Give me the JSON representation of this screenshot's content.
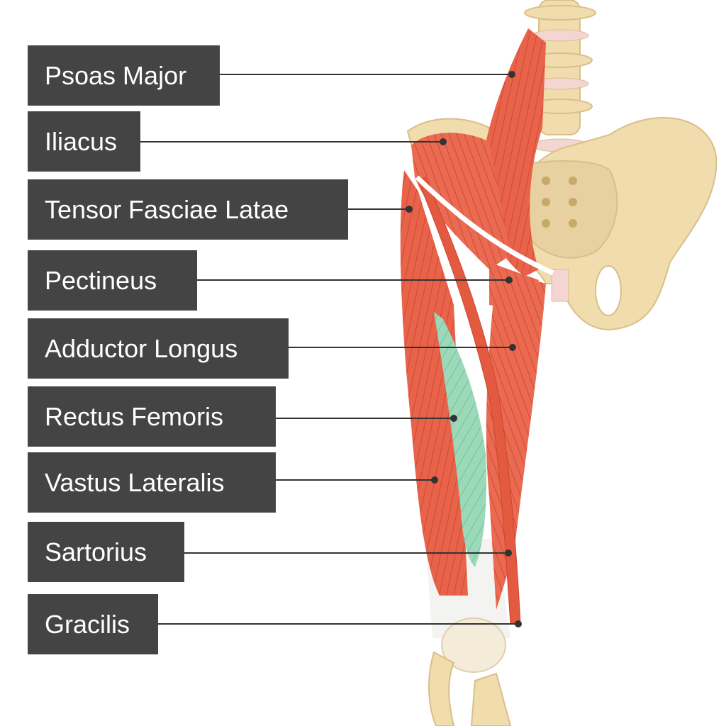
{
  "labels": [
    {
      "id": "psoas-major",
      "text": "Psoas Major"
    },
    {
      "id": "iliacus",
      "text": "Iliacus"
    },
    {
      "id": "tensor-fasciae-latae",
      "text": "Tensor Fasciae Latae"
    },
    {
      "id": "pectineus",
      "text": "Pectineus"
    },
    {
      "id": "adductor-longus",
      "text": "Adductor Longus"
    },
    {
      "id": "rectus-femoris",
      "text": "Rectus Femoris"
    },
    {
      "id": "vastus-lateralis",
      "text": "Vastus Lateralis"
    },
    {
      "id": "sartorius",
      "text": "Sartorius"
    },
    {
      "id": "gracilis",
      "text": "Gracilis"
    }
  ],
  "highlighted_structure": "rectus-femoris",
  "colors": {
    "label_background": "#444444",
    "label_text": "#ffffff",
    "leader_line": "#333333",
    "muscle": "#e8634a",
    "muscle_dark": "#c9472f",
    "highlight_muscle": "#8fd3b0",
    "bone": "#f1dcae",
    "bone_shadow": "#d9bf88",
    "disc": "#f3d6d2"
  }
}
